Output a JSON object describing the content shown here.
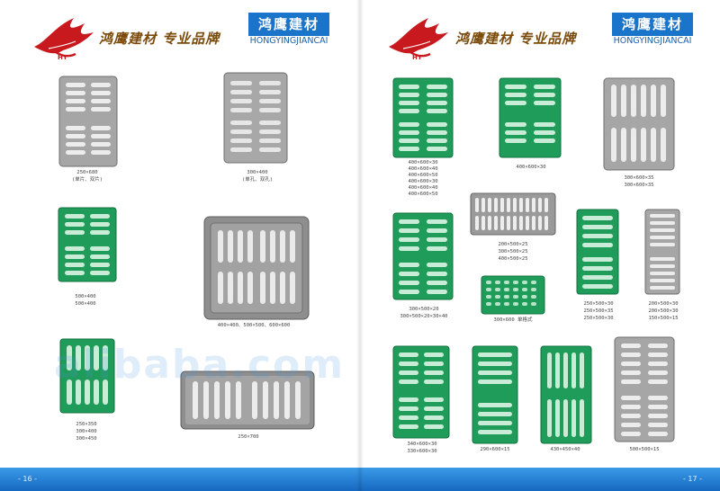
{
  "header": {
    "slogan": "鸿鹰建材 专业品牌",
    "brand": "鸿鹰建材",
    "brand_sub": "HONGYINGJIANCAI"
  },
  "colors": {
    "brand_blue": "#1a74c9",
    "grate_green": "#1f9b5a",
    "grate_gray": "#9a9a9a",
    "slogan_brown": "#7a4a0a"
  },
  "left_page": {
    "page_number": "- 16 -",
    "products": [
      {
        "caption1": "250×680",
        "caption2": "(单片、双片)"
      },
      {
        "caption1": "300×400",
        "caption2": "(单孔、双孔)"
      },
      {
        "caption1": "500×400",
        "caption2": "500×400"
      },
      {
        "caption1": "400×400、500×500、600×600",
        "caption2": ""
      },
      {
        "caption1": "250×350",
        "caption2": "300×400",
        "caption3": "300×450"
      },
      {
        "caption1": "250×700",
        "caption2": ""
      }
    ]
  },
  "right_page": {
    "page_number": "- 17 -",
    "products": [
      {
        "lines": [
          "400×600×30",
          "400×600×40",
          "400×600×50",
          "400×600×30",
          "400×600×40",
          "400×600×50"
        ]
      },
      {
        "lines": [
          "400×600×30"
        ]
      },
      {
        "lines": [
          "300×600×35",
          "300×600×35"
        ]
      },
      {
        "lines": [
          "200×500×25",
          "300×500×25",
          "400×500×25"
        ]
      },
      {
        "lines": [
          "300×500×20",
          "300×500×20×30×40"
        ]
      },
      {
        "lines": [
          "300×600 单格式"
        ]
      },
      {
        "lines": [
          "250×500×30",
          "250×500×35",
          "250×500×30"
        ]
      },
      {
        "lines": [
          "200×500×30",
          "200×500×30",
          "150×500×15"
        ]
      },
      {
        "lines": [
          "340×600×30",
          "330×600×30"
        ]
      },
      {
        "lines": [
          "290×600×15"
        ]
      },
      {
        "lines": [
          "430×450×40"
        ]
      },
      {
        "lines": [
          "500×500×15"
        ]
      }
    ]
  },
  "watermark": "alibaba.com"
}
